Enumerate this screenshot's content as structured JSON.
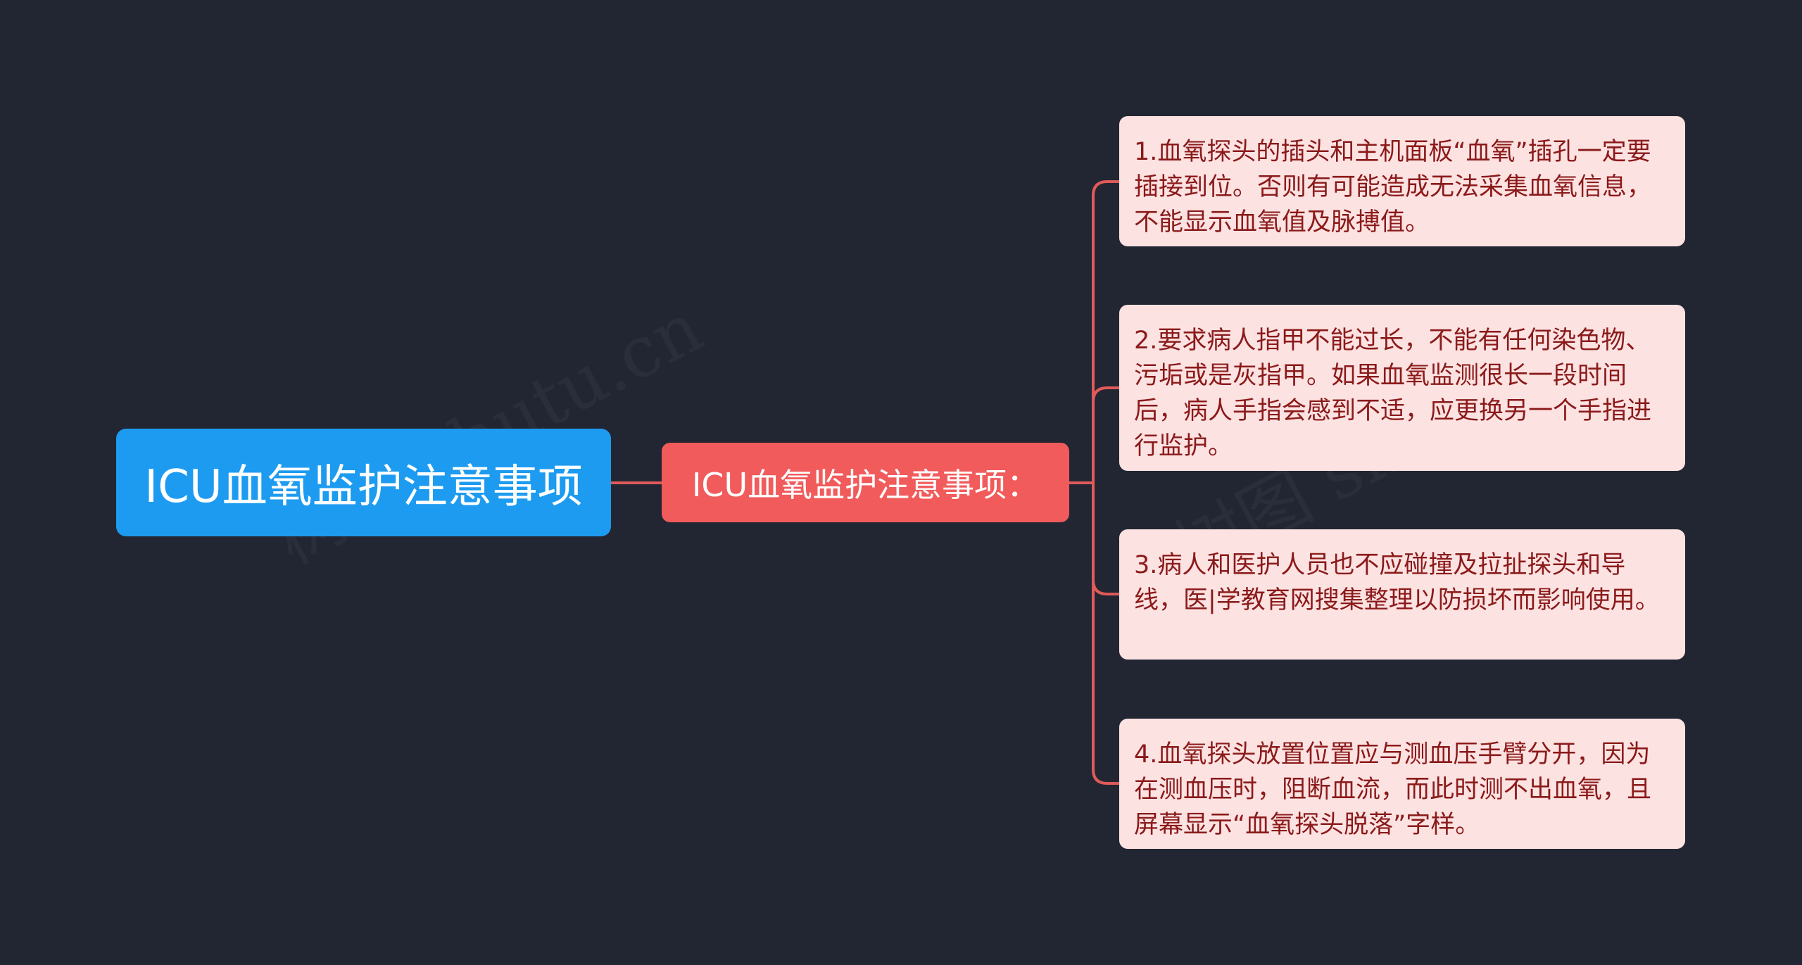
{
  "root": {
    "label": "ICU血氧监护注意事项"
  },
  "hub": {
    "label": "ICU血氧监护注意事项："
  },
  "items": [
    {
      "text": "1.血氧探头的插头和主机面板“血氧”插孔一定要插接到位。否则有可能造成无法采集血氧信息，不能显示血氧值及脉搏值。"
    },
    {
      "text": "2.要求病人指甲不能过长，不能有任何染色物、污垢或是灰指甲。如果血氧监测很长一段时间后，病人手指会感到不适，应更换另一个手指进行监护。"
    },
    {
      "text": "3.病人和医护人员也不应碰撞及拉扯探头和导线，医|学教育网搜集整理以防损坏而影响使用。"
    },
    {
      "text": "4.血氧探头放置位置应与测血压手臂分开，因为在测血压时，阻断血流，而此时测不出血氧，且屏幕显示“血氧探头脱落”字样。"
    }
  ],
  "watermark": {
    "text": "树图 shutu.cn"
  },
  "colors": {
    "background": "#222632",
    "root": "#1d9bf0",
    "hub": "#f15b5b",
    "leaf_fill": "#fde2e2",
    "leaf_text": "#8b1a1a",
    "connector": "#e05a5a"
  }
}
